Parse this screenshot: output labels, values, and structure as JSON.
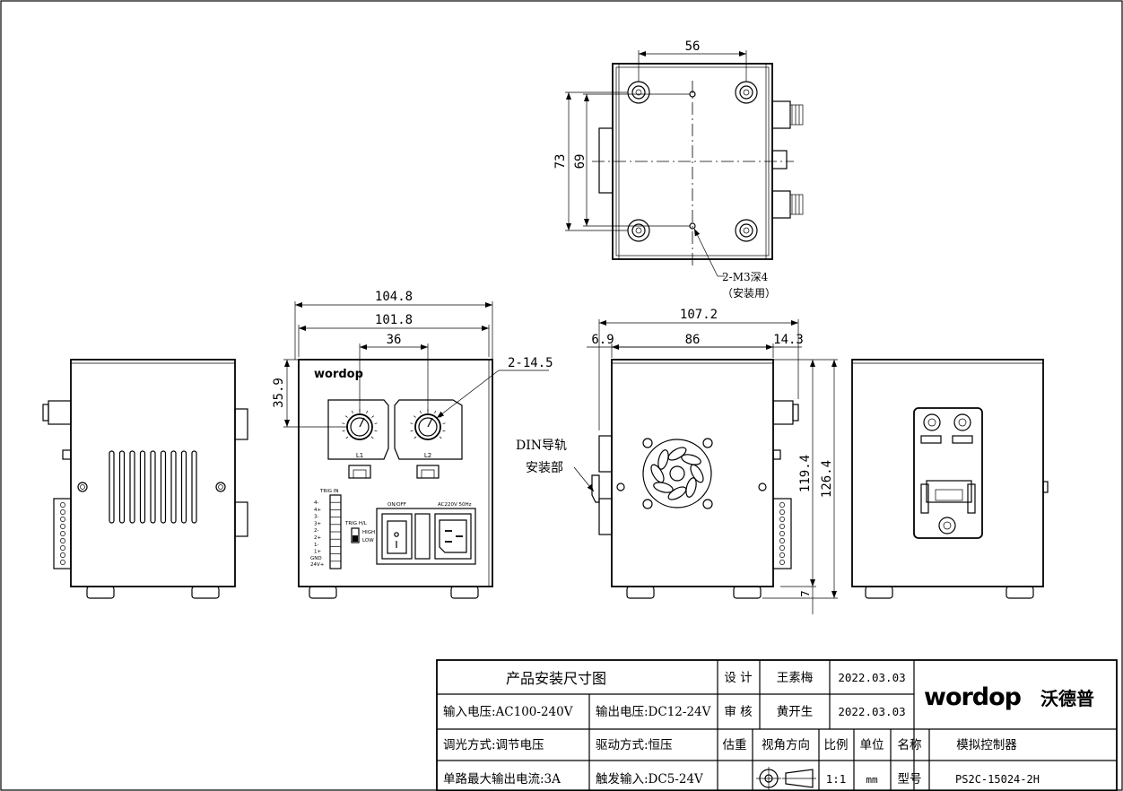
{
  "views": {
    "top": {
      "dim_width": "56",
      "dim_outer": "73",
      "dim_inner": "69",
      "note_line1": "2-M3深4",
      "note_line2": "（安装用）"
    },
    "front": {
      "dim_total": "104.8",
      "dim_body": "101.8",
      "dim_knob_spacing": "36",
      "dim_knob_height": "35.9",
      "dim_knob_dia": "2-14.5",
      "brand": "wordop",
      "knob_left": "L1",
      "knob_right": "L2",
      "trig_in": "TRIG IN",
      "trig_hl": "TRIG H/L",
      "high": "HIGH",
      "low": "LOW",
      "gnd": "GND",
      "v24": "24V+",
      "on_off": "ON/OFF",
      "ac_label": "AC220V 50Hz",
      "terminals": [
        "4-",
        "4+",
        "3-",
        "3+",
        "2-",
        "2+",
        "1-",
        "1+"
      ]
    },
    "side": {
      "dim_depth": "107.2",
      "dim_left": "6.9",
      "dim_mid": "86",
      "dim_right": "14.3",
      "dim_height_inner": "119.4",
      "dim_height_total": "126.4",
      "dim_feet": "7",
      "din_line1": "DIN导轨",
      "din_line2": "安装部"
    }
  },
  "title_block": {
    "drawing_title": "产品安装尺寸图",
    "input_voltage": "输入电压:AC100-240V",
    "output_voltage": "输出电压:DC12-24V",
    "dimming": "调光方式:调节电压",
    "drive": "驱动方式:恒压",
    "max_current": "单路最大输出电流:3A",
    "trigger": "触发输入:DC5-24V",
    "design_label": "设 计",
    "designer": "王素梅",
    "design_date": "2022.03.03",
    "review_label": "审 核",
    "reviewer": "黄开生",
    "review_date": "2022.03.03",
    "weight_label": "估重",
    "view_dir_label": "视角方向",
    "scale_label": "比例",
    "unit_label": "单位",
    "name_label": "名称",
    "name_value": "模拟控制器",
    "scale_value": "1:1",
    "unit_value": "mm",
    "model_label": "型号",
    "model_value": "PS2C-15024-2H",
    "company_logo": "wordop",
    "company_name": "沃德普"
  }
}
